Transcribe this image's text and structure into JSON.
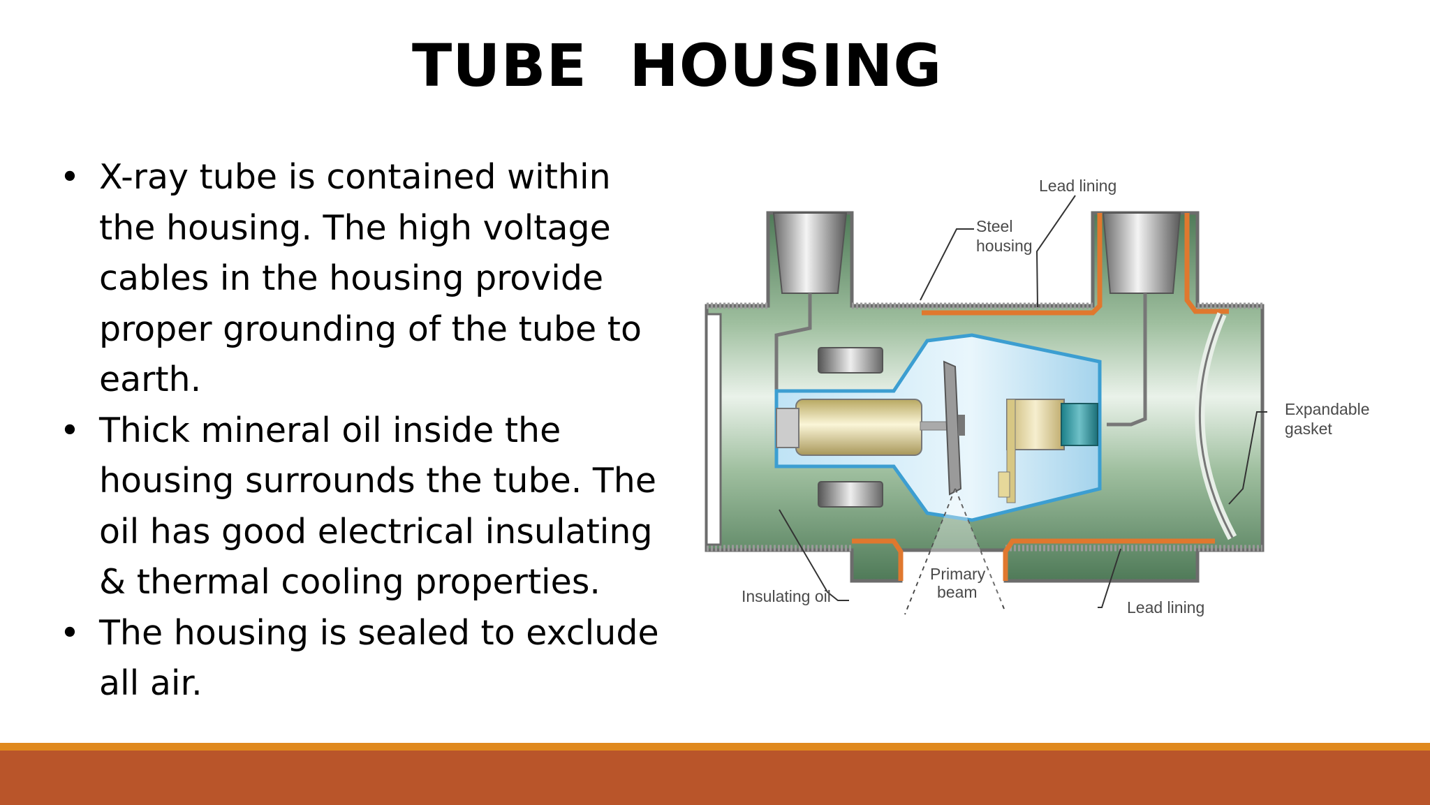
{
  "slide": {
    "title": "TUBE  HOUSING",
    "bullets": [
      "X-ray tube is contained within the housing. The high voltage cables in the housing provide proper grounding of the tube to earth.",
      "Thick mineral oil inside the housing surrounds the tube. The oil has good electrical insulating & thermal cooling properties.",
      "The housing is sealed to exclude all air."
    ]
  },
  "diagram": {
    "labels": {
      "lead_lining_top": "Lead lining",
      "steel_housing_1": "Steel",
      "steel_housing_2": "housing",
      "expandable_gasket_1": "Expandable",
      "expandable_gasket_2": "gasket",
      "insulating_oil": "Insulating oil",
      "primary_beam_1": "Primary",
      "primary_beam_2": "beam",
      "lead_lining_bottom": "Lead lining"
    }
  },
  "colors": {
    "footer_bar": "#b9552a",
    "footer_accent": "#e0891e",
    "oil_green": "#5f8a66",
    "lead_orange": "#e0782e",
    "glass_blue": "#9fd0ea"
  }
}
